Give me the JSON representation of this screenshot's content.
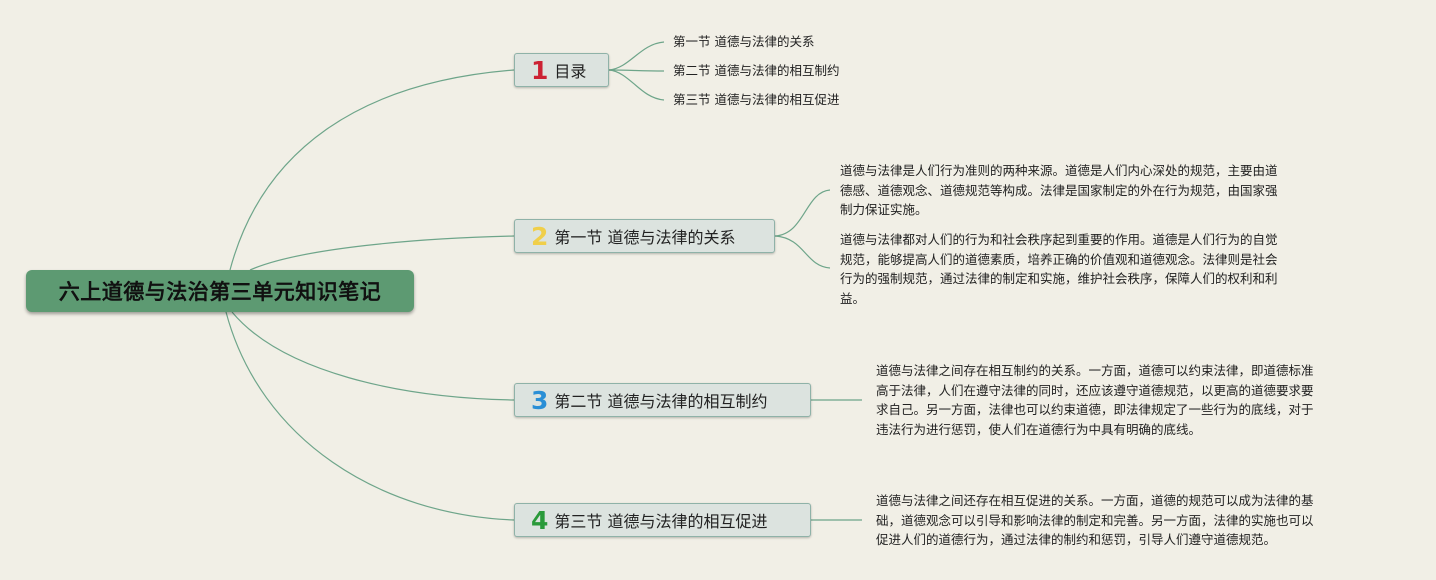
{
  "root": {
    "title": "六上道德与法治第三单元知识笔记"
  },
  "branches": [
    {
      "number": "1",
      "number_color": "#cc2233",
      "label": "目录",
      "children": [
        "第一节 道德与法律的关系",
        "第二节 道德与法律的相互制约",
        "第三节 道德与法律的相互促进"
      ]
    },
    {
      "number": "2",
      "number_color": "#f0cf4a",
      "label": "第一节 道德与法律的关系",
      "paragraphs": [
        "道德与法律是人们行为准则的两种来源。道德是人们内心深处的规范，主要由道\n德感、道德观念、道德规范等构成。法律是国家制定的外在行为规范，由国家强\n制力保证实施。",
        "道德与法律都对人们的行为和社会秩序起到重要的作用。道德是人们行为的自觉\n规范，能够提高人们的道德素质，培养正确的价值观和道德观念。法律则是社会\n行为的强制规范，通过法律的制定和实施，维护社会秩序，保障人们的权利和利\n益。"
      ]
    },
    {
      "number": "3",
      "number_color": "#2a8fd6",
      "label": "第二节 道德与法律的相互制约",
      "paragraphs": [
        "道德与法律之间存在相互制约的关系。一方面，道德可以约束法律，即道德标准\n高于法律，人们在遵守法律的同时，还应该遵守道德规范，以更高的道德要求要\n求自己。另一方面，法律也可以约束道德，即法律规定了一些行为的底线，对于\n违法行为进行惩罚，使人们在道德行为中具有明确的底线。"
      ]
    },
    {
      "number": "4",
      "number_color": "#2a9a3a",
      "label": "第三节 道德与法律的相互促进",
      "paragraphs": [
        "道德与法律之间还存在相互促进的关系。一方面，道德的规范可以成为法律的基\n础，道德观念可以引导和影响法律的制定和完善。另一方面，法律的实施也可以\n促进人们的道德行为，通过法律的制约和惩罚，引导人们遵守道德规范。"
      ]
    }
  ],
  "colors": {
    "background": "#f1efe6",
    "connector": "#6ea58a",
    "root_fill": "#5d9a72",
    "branch_fill": "#dce3df"
  }
}
